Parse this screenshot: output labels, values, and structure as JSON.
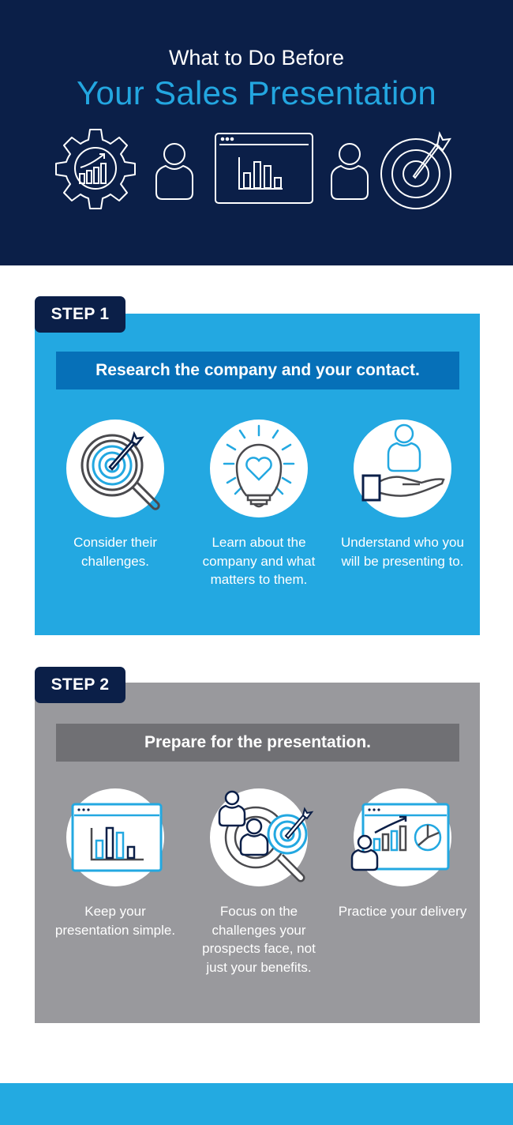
{
  "header": {
    "title_line1": "What to Do Before",
    "title_line2": "Your Sales Presentation",
    "icons": [
      "gear-chart-icon",
      "person-icon",
      "browser-bar-chart-icon",
      "person-icon",
      "target-arrow-icon"
    ]
  },
  "steps": [
    {
      "badge": "STEP 1",
      "heading": "Research the company and your contact.",
      "items": [
        {
          "icon": "magnifier-target-icon",
          "caption": "Consider their challenges."
        },
        {
          "icon": "lightbulb-heart-icon",
          "caption": "Learn about the company and what matters to them."
        },
        {
          "icon": "hand-person-icon",
          "caption": "Understand who you will be presenting to."
        }
      ]
    },
    {
      "badge": "STEP 2",
      "heading": "Prepare for the presentation.",
      "items": [
        {
          "icon": "browser-bar-chart-icon",
          "caption": "Keep your presentation simple."
        },
        {
          "icon": "people-target-magnifier-icon",
          "caption": "Focus on the challenges your prospects face, not just your benefits."
        },
        {
          "icon": "presenter-chart-icon",
          "caption": "Practice your delivery"
        }
      ]
    }
  ],
  "colors": {
    "navy": "#0b1f48",
    "sky_blue": "#23a8e1",
    "dark_blue": "#0670b8",
    "gray": "#99999d",
    "dark_gray": "#707074"
  }
}
